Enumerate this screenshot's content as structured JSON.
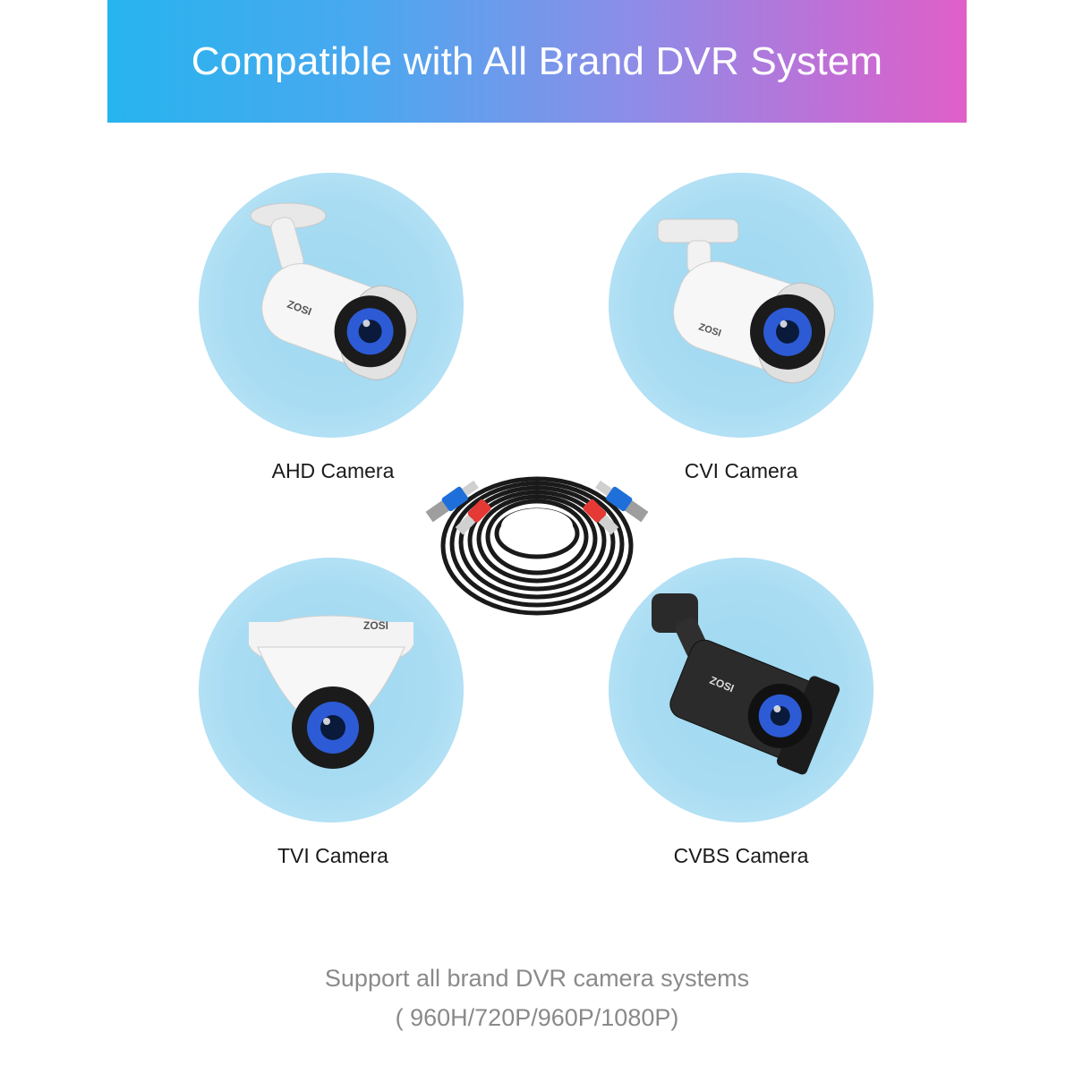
{
  "banner": {
    "title": "Compatible with All Brand DVR System",
    "gradient_colors": [
      "#27b4ee",
      "#e05fc8"
    ]
  },
  "cameras": [
    {
      "label": "AHD Camera",
      "type": "bullet",
      "color": "white",
      "brand_mark": "ZOSI"
    },
    {
      "label": "CVI Camera",
      "type": "bullet",
      "color": "white",
      "brand_mark": "ZOSI"
    },
    {
      "label": "TVI Camera",
      "type": "dome",
      "color": "white",
      "brand_mark": "ZOSI"
    },
    {
      "label": "CVBS Camera",
      "type": "bullet",
      "color": "black",
      "brand_mark": "ZOSI"
    }
  ],
  "cable": {
    "icon": "bnc-coax-cable-icon",
    "connector_colors": [
      "#e53935",
      "#1e6fd9"
    ]
  },
  "footer": {
    "line1": "Support all brand DVR camera systems",
    "line2": "( 960H/720P/960P/1080P)"
  },
  "colors": {
    "circle": "#a8dcf3",
    "text": "#1a1a1a",
    "footer_text": "#8a8a8a"
  }
}
